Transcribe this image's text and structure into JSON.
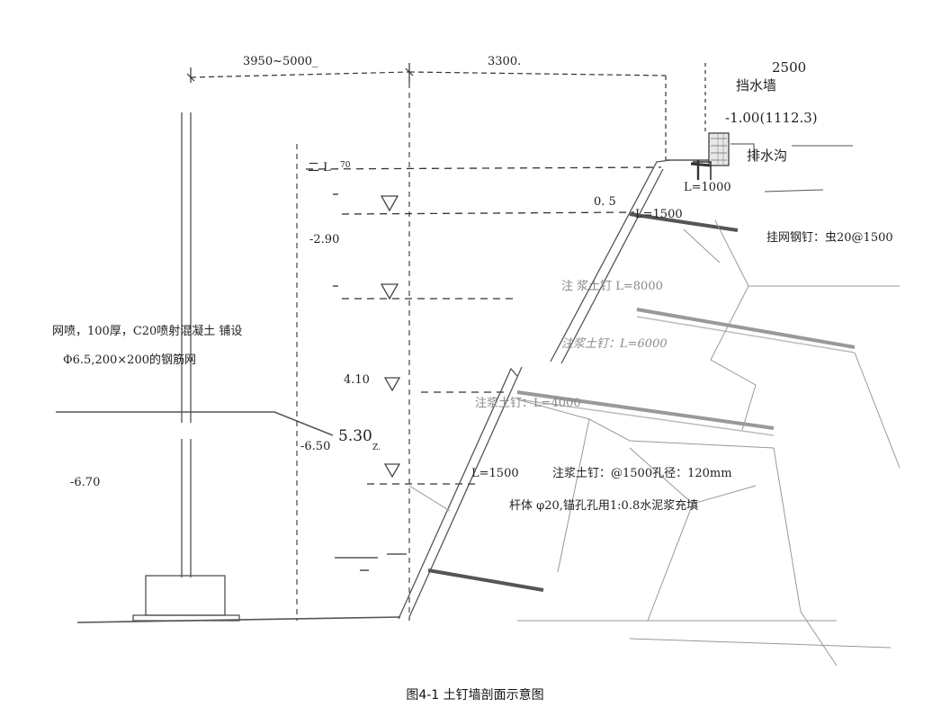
{
  "labels": {
    "dim_left": "3950~5000_",
    "dim_mid": "3300.",
    "dim_right": "2500",
    "retaining_wall": "挡水墙",
    "crest_elev": "-1.00(1112.3)",
    "drain": "排水沟",
    "top_mark": "二 L",
    "top_mark_sub": "70",
    "nail_top": "L=1000",
    "slope_ratio": "0. 5",
    "nail_1500_upper": "L=1500",
    "hang_net_nail": "挂网钢钉：虫20@1500",
    "elev_m290": "-2.90",
    "nail_8000": "注 浆土钉 L=8000",
    "spray_note_1": "网喷，100厚，C20喷射混凝土  铺设",
    "spray_note_2": "Φ6.5,200×200的钢筋网",
    "nail_6000": "注浆土钉：L=6000",
    "elev_410": "4.10",
    "nail_4000": "注浆土钉：L=4000",
    "elev_530": "5.30",
    "elev_530_sub": "Z.",
    "elev_m650": "-6.50",
    "elev_m670": "-6.70",
    "nail_1500_lower": "L=1500",
    "nail_spacing": "注浆土钉：@1500孔径：120mm",
    "rod_note": "杆体  φ20,锚孔孔用1:0.8水泥浆充填"
  },
  "caption": "图4-1    土钉墙剖面示意图"
}
